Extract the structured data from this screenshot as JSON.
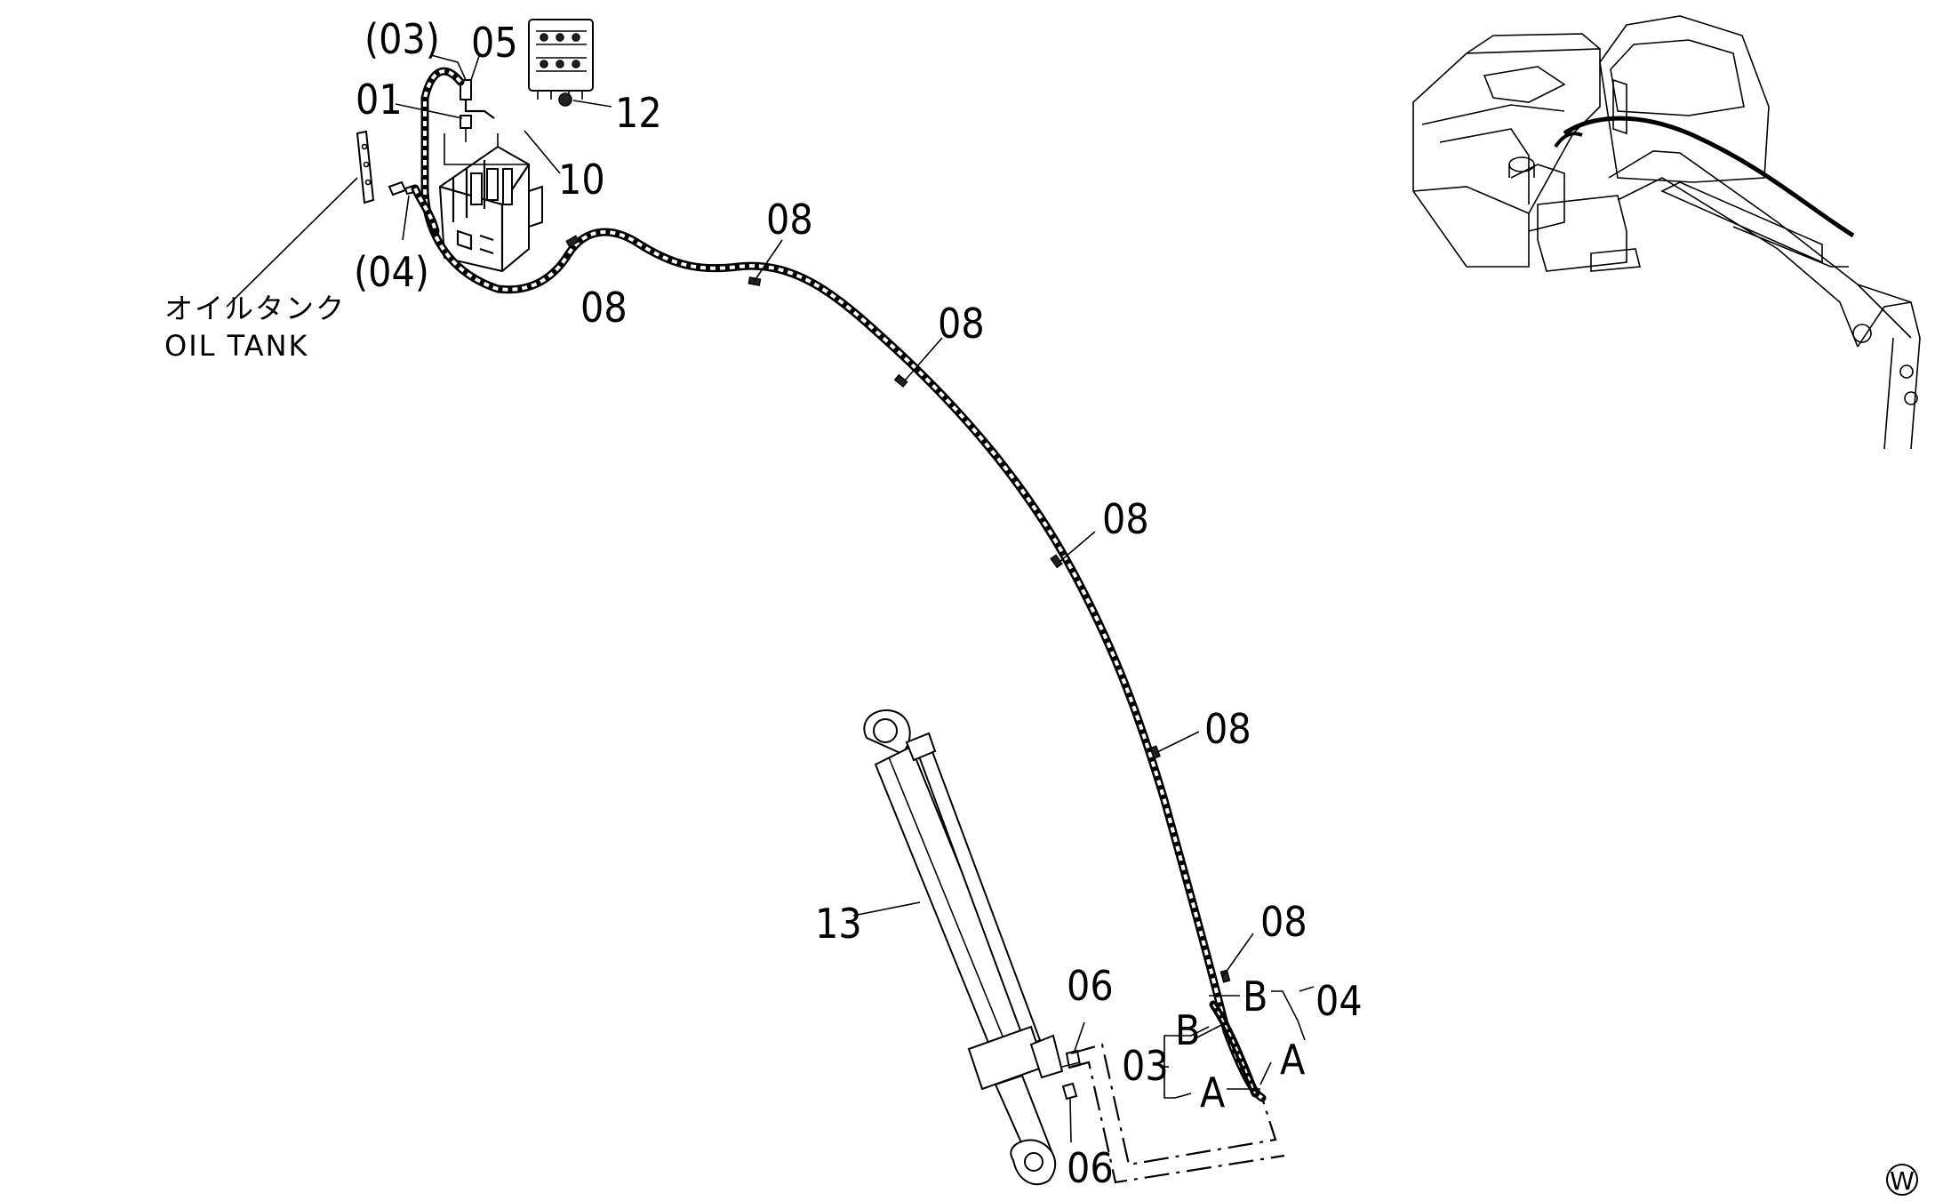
{
  "labels": {
    "p03_paren": "(03)",
    "p05": "05",
    "p01": "01",
    "p12": "12",
    "p10": "10",
    "p04_paren": "(04)",
    "p08a": "08",
    "p08b": "08",
    "p08c": "08",
    "p08d": "08",
    "p08e": "08",
    "p08f": "08",
    "p13": "13",
    "p06a": "06",
    "p06b": "06",
    "p03": "03",
    "p04": "04",
    "letterA1": "A",
    "letterA2": "A",
    "letterB1": "B",
    "letterB2": "B"
  },
  "oil_tank": {
    "jp": "オイルタンク",
    "en": "OIL TANK"
  },
  "corner_mark": "W"
}
